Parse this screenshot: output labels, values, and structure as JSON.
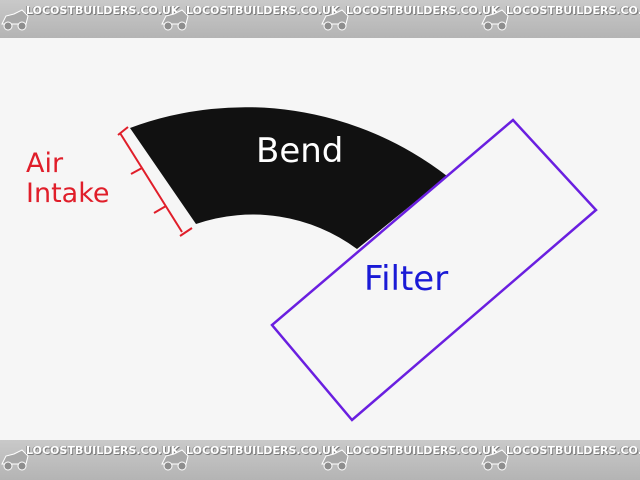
{
  "watermark": {
    "text": "LOCOSTBUILDERS.CO.UK",
    "color": "#ffffff"
  },
  "diagram": {
    "bend_label": "Bend",
    "filter_label": "Filter",
    "intake_label_line1": "Air",
    "intake_label_line2": "Intake"
  },
  "colors": {
    "bend_fill": "#111111",
    "filter_outline": "#6a1fe0",
    "filter_text": "#1a1ad6",
    "intake_marker": "#e01e2a",
    "background": "#f6f6f6"
  }
}
